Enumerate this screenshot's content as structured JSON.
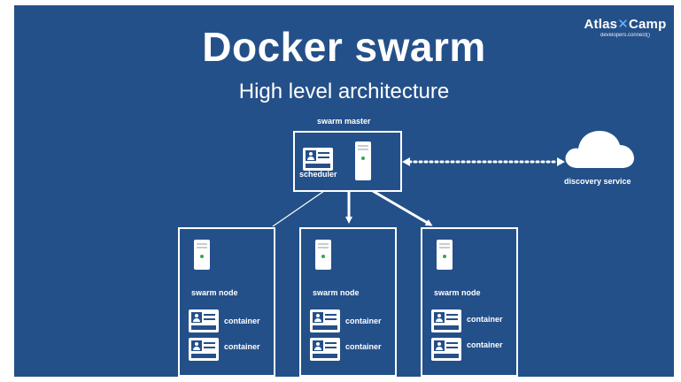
{
  "slide": {
    "title": "Docker swarm",
    "subtitle": "High level architecture",
    "background_color": "#245089"
  },
  "logo": {
    "brand_left": "Atlas",
    "brand_right": "Camp",
    "tagline": "developers.connect()"
  },
  "master": {
    "label": "swarm master",
    "scheduler_label": "scheduler"
  },
  "discovery": {
    "label": "discovery service"
  },
  "nodes": [
    {
      "label": "swarm node",
      "containers": [
        "container",
        "container"
      ]
    },
    {
      "label": "swarm node",
      "containers": [
        "container",
        "container"
      ]
    },
    {
      "label": "swarm node",
      "containers": [
        "container",
        "container"
      ]
    }
  ]
}
